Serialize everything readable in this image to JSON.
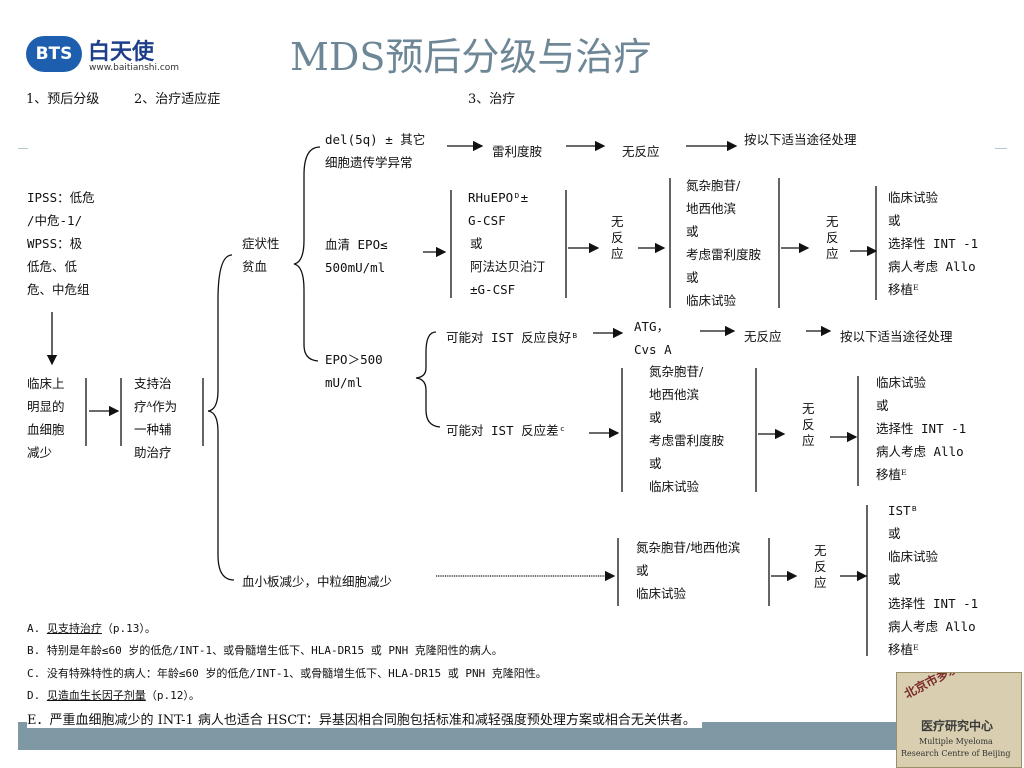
{
  "header": {
    "logo_badge": "BTS",
    "logo_name": "白天使",
    "logo_url": "www.baitianshi.com",
    "title": "MDS预后分级与治疗",
    "col1": "1、预后分级",
    "col2": "2、治疗适应症",
    "col3": "3、治疗"
  },
  "risk": {
    "lines": [
      "IPSS：低危",
      "/中危-1/",
      "WPSS：极",
      "低危、低",
      "危、中危组"
    ]
  },
  "cytopenia": {
    "lines": [
      "临床上",
      "明显的",
      "血细胞",
      "减少"
    ]
  },
  "support": {
    "lines": [
      "支持治",
      "疗ᴬ作为",
      "一种辅",
      "助治疗"
    ]
  },
  "anemia": {
    "lines": [
      "症状性",
      "贫血"
    ]
  },
  "del5q": {
    "lines": [
      "del(5q) ± 其它",
      "细胞遗传学异常"
    ],
    "drug": "雷利度胺",
    "nr": "无反应",
    "next": "按以下适当途径处理"
  },
  "epo_low": {
    "lines": [
      "血清 EPO≤",
      "500mU/ml"
    ],
    "drugs": [
      "RHuEPOᴰ±",
      "G-CSF",
      "或",
      "阿法达贝泊汀",
      "±G-CSF"
    ],
    "nr": [
      "无",
      "反",
      "应"
    ],
    "second": [
      "氮杂胞苷/",
      "地西他滨",
      "或",
      "考虑雷利度胺",
      "或",
      "临床试验"
    ],
    "nr2": [
      "无",
      "反",
      "应"
    ],
    "third": [
      "临床试验",
      "或",
      "选择性 INT -1",
      "病人考虑 Allo",
      "移植ᴱ"
    ]
  },
  "epo_high": {
    "lines": [
      "EPO＞500",
      "mU/ml"
    ],
    "good": "可能对 IST 反应良好ᴮ",
    "good_drug": [
      "ATG，",
      "Cvs A"
    ],
    "good_nr": "无反应",
    "good_next": "按以下适当途径处理",
    "poor": "可能对 IST 反应差ᶜ",
    "poor_drugs": [
      "氮杂胞苷/",
      "地西他滨",
      "或",
      "考虑雷利度胺",
      "或",
      "临床试验"
    ],
    "poor_nr": [
      "无",
      "反",
      "应"
    ],
    "poor_third": [
      "临床试验",
      "或",
      "选择性 INT -1",
      "病人考虑 Allo",
      "移植ᴱ"
    ]
  },
  "platelet": {
    "label": "血小板减少，中粒细胞减少",
    "drugs": [
      "氮杂胞苷/地西他滨",
      "或",
      "临床试验"
    ],
    "nr": [
      "无",
      "反",
      "应"
    ],
    "third": [
      "ISTᴮ",
      "或",
      "临床试验",
      "或",
      "选择性 INT -1",
      "病人考虑 Allo",
      "移植ᴱ"
    ]
  },
  "notes": {
    "a_prefix": "A. ",
    "a_link": "见支持治疗",
    "a_suffix": "（p.13）。",
    "b": "B. 特别是年龄≤60 岁的低危/INT-1、或骨髓增生低下、HLA-DR15 或 PNH 克隆阳性的病人。",
    "c": "C. 没有特殊特性的病人：年龄≤60 岁的低危/INT-1、或骨髓增生低下、HLA-DR15 或 PNH 克隆阳性。",
    "d_prefix": "D. ",
    "d_link": "见造血生长因子剂量",
    "d_suffix": "（p.12）。",
    "e": "E．严重血细胞减少的 INT-1 病人也适合 HSCT：异基因相合同胞包括标准和减轻强度预处理方案或相合无关供者。"
  },
  "stamp": {
    "arc": "北京市多发性骨髓瘤",
    "center": "医疗研究中心",
    "en1": "Multiple Myeloma",
    "en2": "Research Centre of Beijing"
  }
}
